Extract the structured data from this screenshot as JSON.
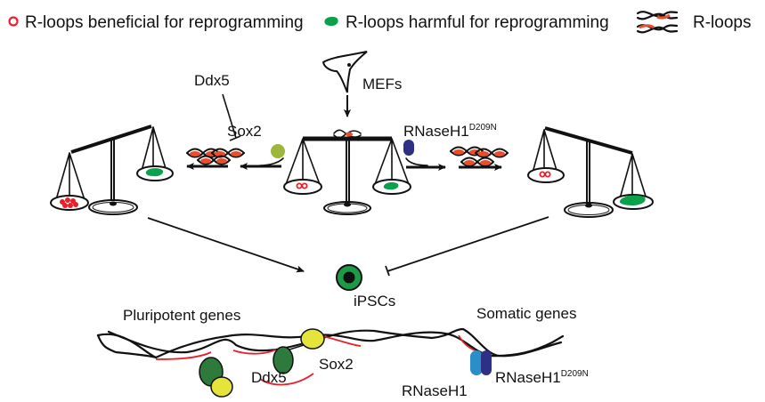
{
  "legend": {
    "beneficial": {
      "icon": "red-ring-icon",
      "label": "R-loops beneficial for reprogramming"
    },
    "harmful": {
      "icon": "green-blob-icon",
      "label": "R-loops harmful for reprogramming"
    },
    "rloops": {
      "icon": "rloop-strands-icon",
      "label": "R-loops"
    }
  },
  "labels": {
    "mefs": "MEFs",
    "ddx5_top": "Ddx5",
    "sox2_top": "Sox2",
    "rnaseh1_mut_top": "RNaseH1",
    "rnaseh1_mut_top_sup": "D209N",
    "ipscs": "iPSCs",
    "pluripotent_genes": "Pluripotent genes",
    "somatic_genes": "Somatic genes",
    "ddx5_bottom": "Ddx5",
    "sox2_bottom": "Sox2",
    "rnaseh1_bottom": "RNaseH1",
    "rnaseh1_mut_bottom": "RNaseH1",
    "rnaseh1_mut_bottom_sup": "D209N"
  },
  "colors": {
    "beneficial_red": "#e8202a",
    "harmful_green": "#0aa14b",
    "rloop_orange": "#e84e2c",
    "sox2_yellow_green": "#9db63b",
    "rnaseh1_mut_navy": "#2e3087",
    "rnaseh1_blue": "#2b8ec8",
    "ddx5_dark_green": "#2e7a3c",
    "sox2_yellow": "#e4e43a",
    "ipsc_green": "#1c9a45",
    "line_black": "#111111"
  },
  "scales": [
    {
      "name": "left-scale",
      "state": "tilted toward beneficial R-loops"
    },
    {
      "name": "center-scale",
      "state": "balanced"
    },
    {
      "name": "right-scale",
      "state": "tilted toward harmful R-loops"
    }
  ]
}
